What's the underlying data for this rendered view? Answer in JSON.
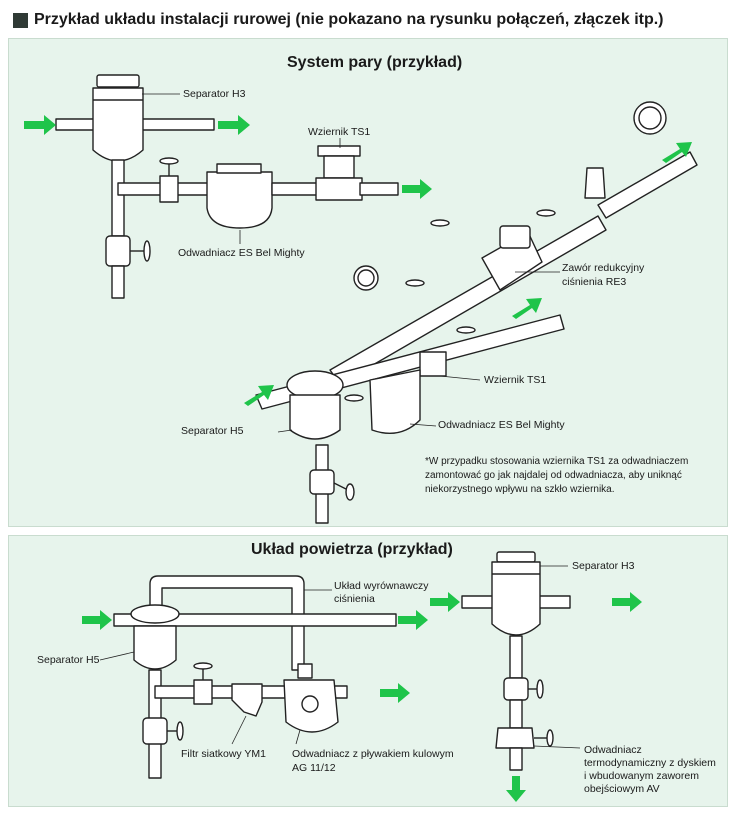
{
  "header": {
    "title": "Przykład układu instalacji rurowej (nie pokazano na rysunku połączeń, złączek itp.)"
  },
  "steam": {
    "title": "System pary (przykład)",
    "labels": {
      "separator_h3": "Separator H3",
      "wziernik_ts1_top": "Wziernik TS1",
      "odwadniacz_top": "Odwadniacz ES Bel Mighty",
      "zawor_line1": "Zawór redukcyjny",
      "zawor_line2": "ciśnienia RE3",
      "wziernik_ts1_mid": "Wziernik TS1",
      "separator_h5": "Separator H5",
      "odwadniacz_mid": "Odwadniacz ES Bel Mighty"
    },
    "note": "*W przypadku stosowania wziernika TS1 za odwadniaczem zamontować go jak najdalej od odwadniacza, aby uniknąć niekorzystnego wpływu na szkło wziernika."
  },
  "air": {
    "title": "Układ powietrza (przykład)",
    "labels": {
      "uklad_line1": "Układ wyrównawczy",
      "uklad_line2": "ciśnienia",
      "separator_h5": "Separator H5",
      "filtr": "Filtr siatkowy YM1",
      "odw_line1": "Odwadniacz z pływakiem kulowym",
      "odw_line2": "AG 11/12",
      "separator_h3": "Separator H3",
      "termo_line1": "Odwadniacz",
      "termo_line2": "termodynamiczny z dyskiem",
      "termo_line3": "i wbudowanym zaworem",
      "termo_line4": "obejściowym AV"
    }
  },
  "colors": {
    "panel_bg": "#e7f4ec",
    "arrow_green": "#1fc44a",
    "pipe_fill": "#ffffff",
    "line": "#222222"
  }
}
